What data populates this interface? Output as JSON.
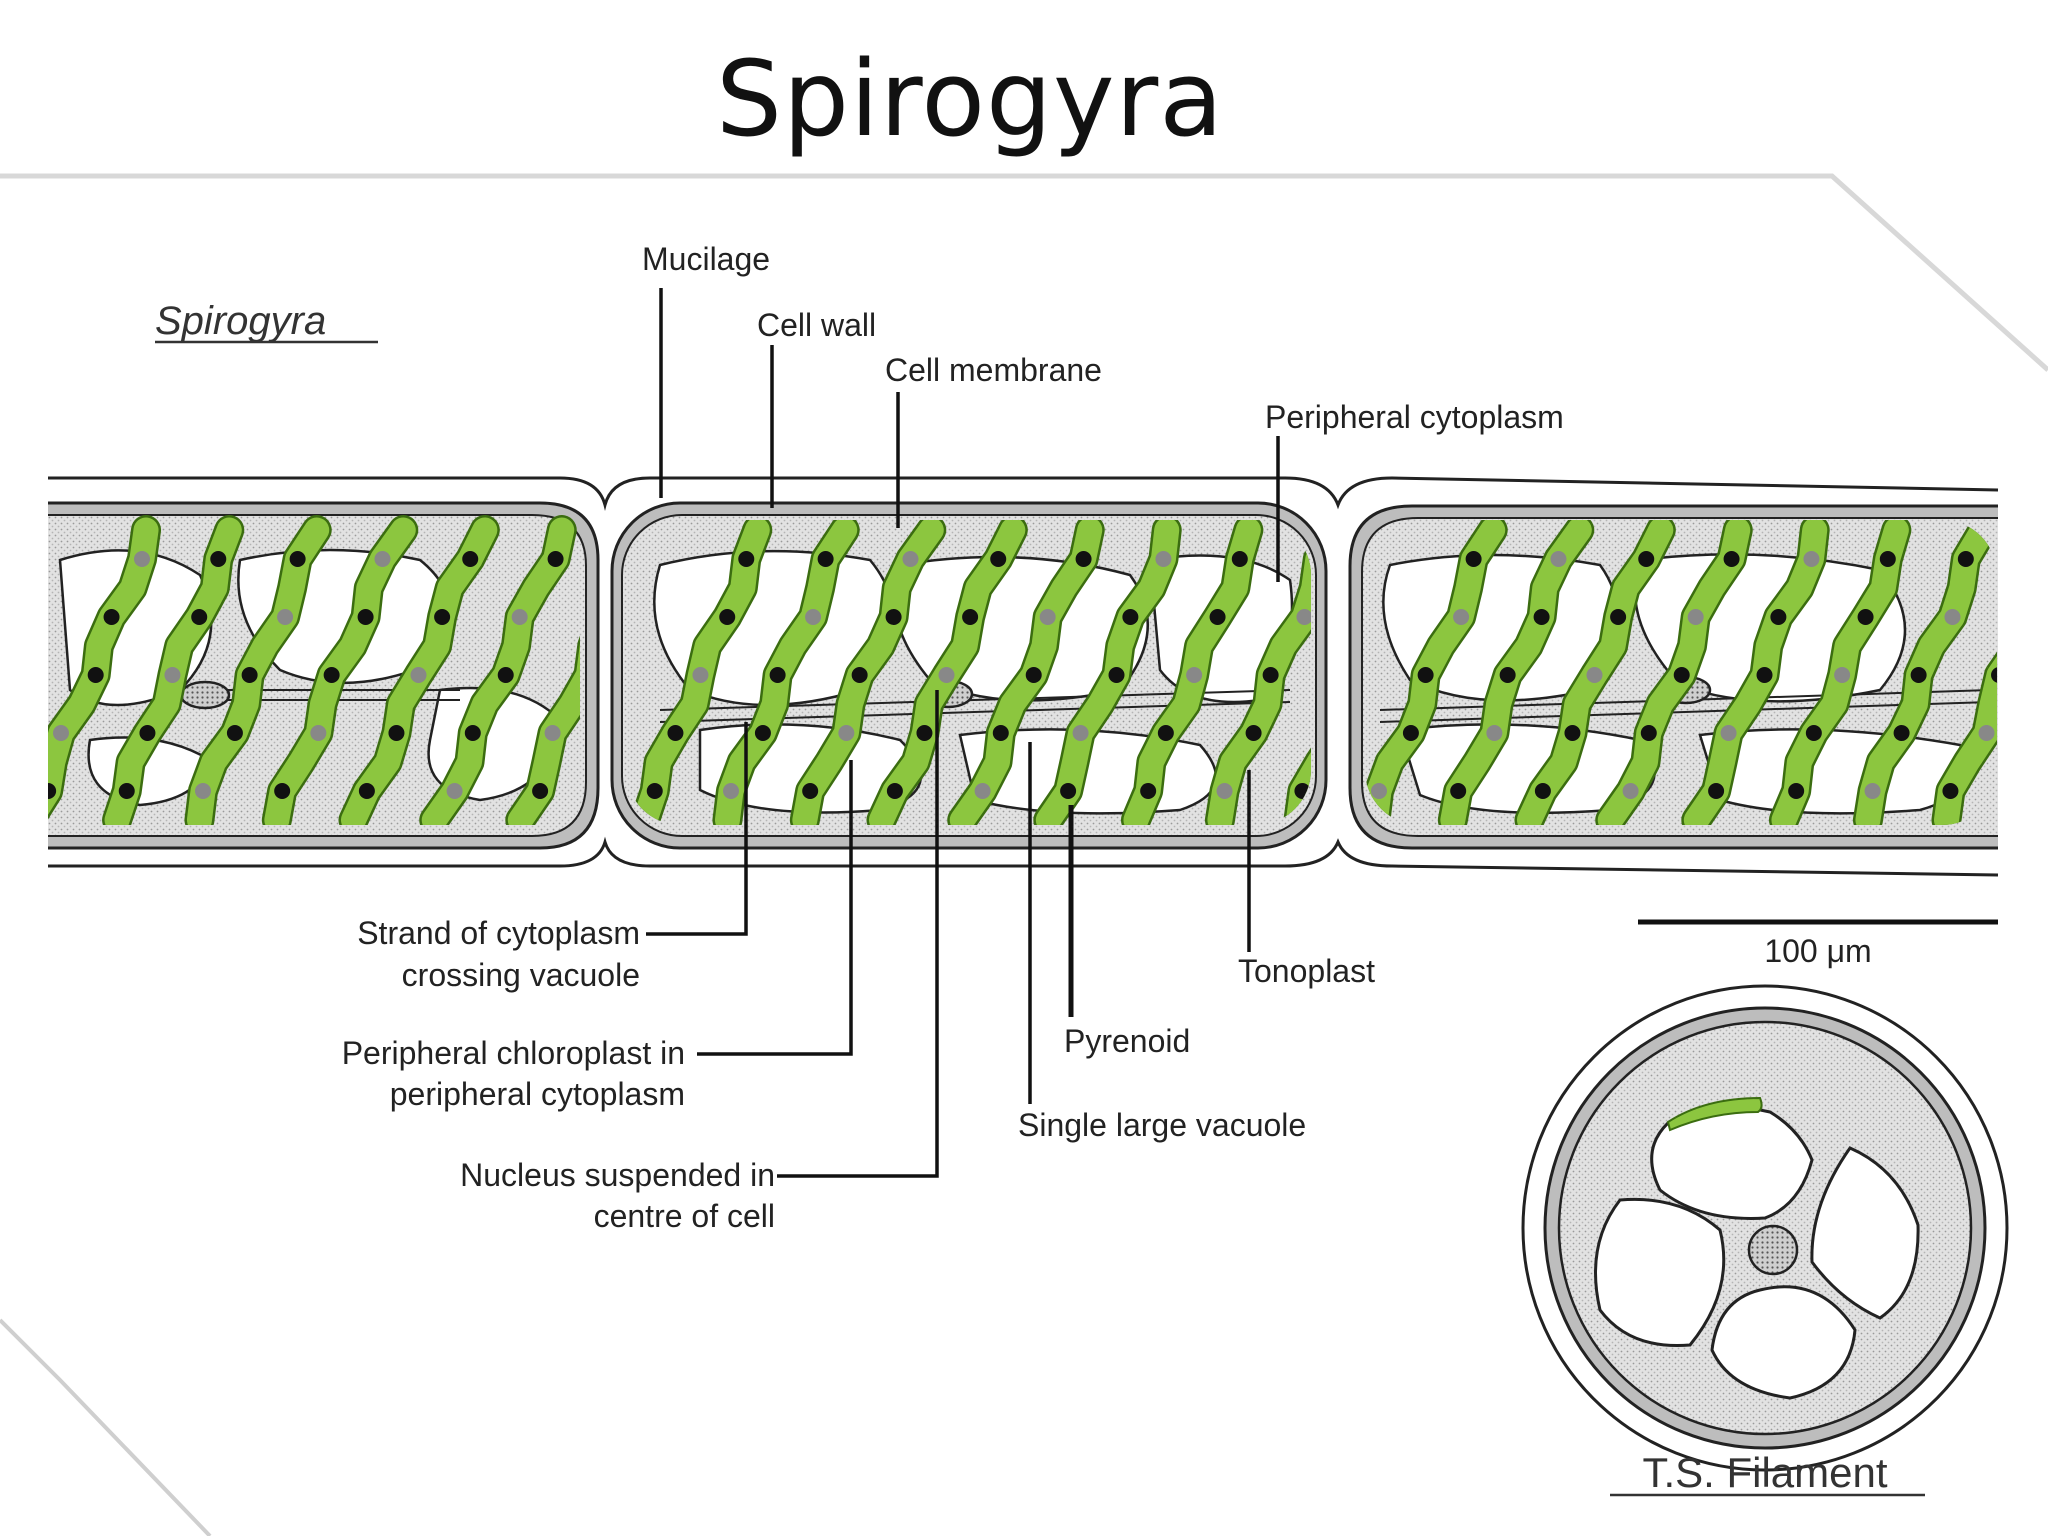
{
  "title": "Spirogyra",
  "diagram": {
    "heading": "Spirogyra",
    "labels": {
      "mucilage": "Mucilage",
      "cell_wall": "Cell wall",
      "cell_membrane": "Cell membrane",
      "peripheral_cytoplasm": "Peripheral cytoplasm",
      "strand_line1": "Strand of cytoplasm",
      "strand_line2": "crossing vacuole",
      "chloroplast_line1": "Peripheral chloroplast in",
      "chloroplast_line2": "peripheral cytoplasm",
      "nucleus_line1": "Nucleus suspended in",
      "nucleus_line2": "centre of cell",
      "tonoplast": "Tonoplast",
      "pyrenoid": "Pyrenoid",
      "vacuole": "Single large vacuole",
      "scale": "100 μm",
      "ts_filament": "T.S. Filament"
    },
    "colors": {
      "chloroplast": "#8cc63f",
      "chloroplast_edge": "#3b6d10",
      "cytoplasm": "#d9d9d9",
      "outline": "#222222"
    }
  }
}
